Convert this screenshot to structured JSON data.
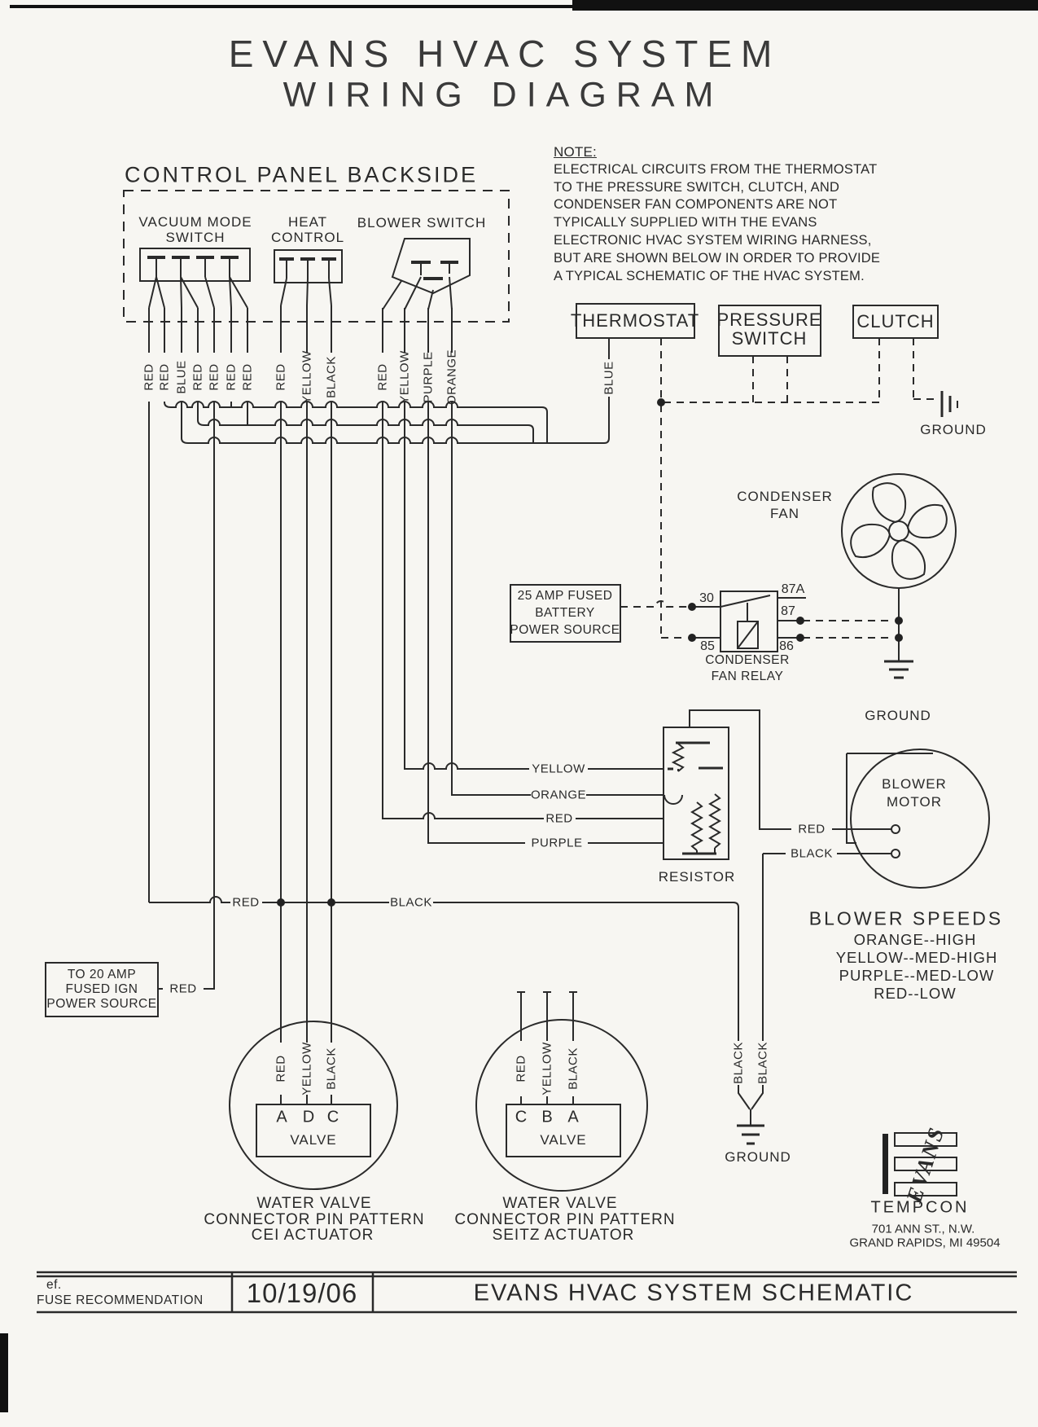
{
  "title": {
    "line1": "EVANS HVAC SYSTEM",
    "line2": "WIRING DIAGRAM"
  },
  "note": {
    "heading": "NOTE:",
    "lines": [
      "ELECTRICAL CIRCUITS FROM THE THERMOSTAT",
      "TO THE PRESSURE SWITCH, CLUTCH, AND",
      "CONDENSER FAN COMPONENTS ARE NOT",
      "TYPICALLY SUPPLIED WITH THE EVANS",
      "ELECTRONIC HVAC SYSTEM WIRING HARNESS,",
      "BUT ARE SHOWN BELOW IN ORDER TO PROVIDE",
      "A TYPICAL SCHEMATIC OF THE HVAC SYSTEM."
    ]
  },
  "control_panel": {
    "heading": "CONTROL PANEL BACKSIDE",
    "vacuum_label1": "VACUUM MODE",
    "vacuum_label2": "SWITCH",
    "heat_label1": "HEAT",
    "heat_label2": "CONTROL",
    "blower_label": "BLOWER SWITCH",
    "wire_labels": [
      "RED",
      "RED",
      "BLUE",
      "RED",
      "RED",
      "RED",
      "RED",
      "RED",
      "YELLOW",
      "BLACK",
      "RED",
      "YELLOW",
      "PURPLE",
      "ORANGE"
    ]
  },
  "components": {
    "thermostat": "THERMOSTAT",
    "thermostat_wire": "BLUE",
    "pressure1": "PRESSURE",
    "pressure2": "SWITCH",
    "clutch": "CLUTCH",
    "clutch_ground": "GROUND",
    "fan1": "CONDENSER",
    "fan2": "FAN",
    "battery1": "25 AMP FUSED",
    "battery2": "BATTERY",
    "battery3": "POWER SOURCE",
    "relay1": "CONDENSER",
    "relay2": "FAN RELAY",
    "pin30": "30",
    "pin85": "85",
    "pin86": "86",
    "pin87": "87",
    "pin87a": "87A",
    "relay_ground": "GROUND",
    "resistor": "RESISTOR",
    "res_wire1": "YELLOW",
    "res_wire2": "ORANGE",
    "res_wire3": "RED",
    "res_wire4": "PURPLE",
    "motor1": "BLOWER",
    "motor2": "MOTOR",
    "motor_red": "RED",
    "motor_black": "BLACK",
    "ign1": "TO 20 AMP",
    "ign2": "FUSED IGN",
    "ign3": "POWER SOURCE",
    "ign_wire": "RED",
    "bus_red": "RED",
    "bus_black": "BLACK"
  },
  "blower_speeds": {
    "heading": "BLOWER SPEEDS",
    "lines": [
      "ORANGE--HIGH",
      "YELLOW--MED-HIGH",
      "PURPLE--MED-LOW",
      "RED--LOW"
    ]
  },
  "valves": {
    "left": {
      "wires": [
        "RED",
        "YELLOW",
        "BLACK"
      ],
      "pins": [
        "A",
        "D",
        "C"
      ],
      "label": "VALVE",
      "caption1": "WATER VALVE",
      "caption2": "CONNECTOR PIN PATTERN",
      "caption3": "CEI ACTUATOR"
    },
    "right": {
      "wires": [
        "RED",
        "YELLOW",
        "BLACK"
      ],
      "pins": [
        "C",
        "B",
        "A"
      ],
      "label": "VALVE",
      "caption1": "WATER VALVE",
      "caption2": "CONNECTOR PIN PATTERN",
      "caption3": "SEITZ ACTUATOR"
    }
  },
  "bottom_ground": {
    "wire1": "BLACK",
    "wire2": "BLACK",
    "label": "GROUND"
  },
  "logo": {
    "evans": "EVANS",
    "tempcon": "TEMPCON",
    "address1": "701 ANN ST., N.W.",
    "address2": "GRAND RAPIDS, MI 49504"
  },
  "title_block": {
    "ref": "ef.",
    "left": "FUSE RECOMMENDATION",
    "date": "10/19/06",
    "title": "EVANS HVAC SYSTEM SCHEMATIC"
  },
  "colors": {
    "ink": "#2a2a2a",
    "paper": "#f7f6f2"
  }
}
